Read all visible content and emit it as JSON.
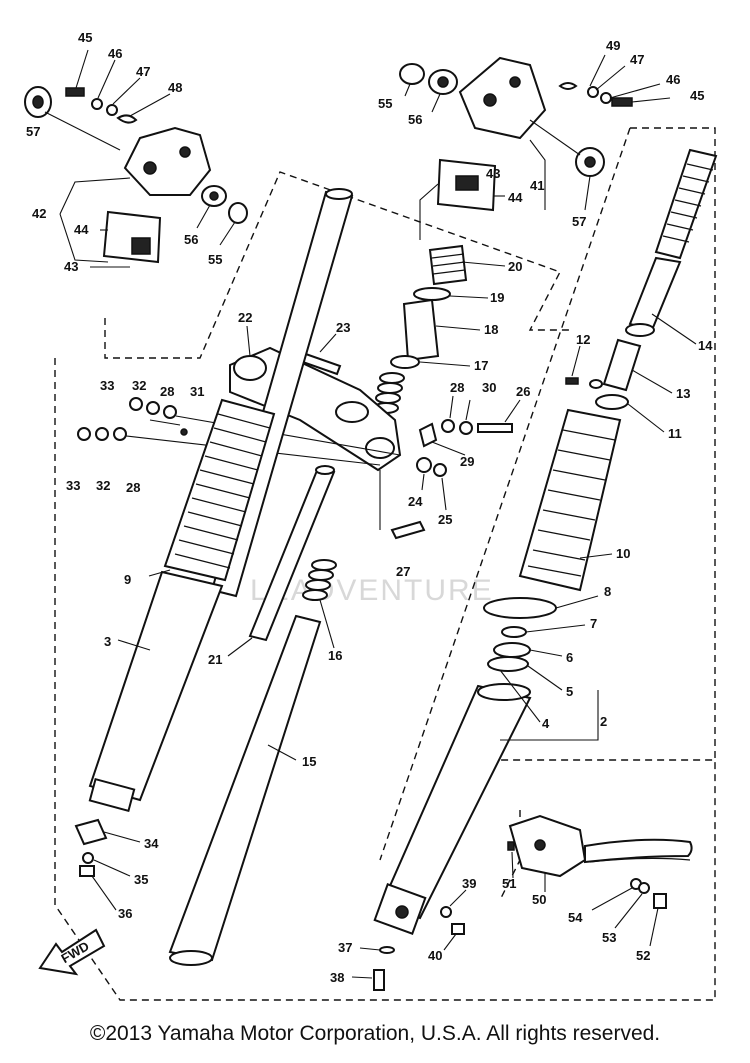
{
  "watermark": "LEADVENTURE",
  "fwd_label": "FWD",
  "copyright": "©2013 Yamaha Motor Corporation, U.S.A. All rights reserved.",
  "callouts": [
    {
      "id": "c45a",
      "text": "45"
    },
    {
      "id": "c46a",
      "text": "46"
    },
    {
      "id": "c47a",
      "text": "47"
    },
    {
      "id": "c48",
      "text": "48"
    },
    {
      "id": "c57a",
      "text": "57"
    },
    {
      "id": "c42",
      "text": "42"
    },
    {
      "id": "c44a",
      "text": "44"
    },
    {
      "id": "c43a",
      "text": "43"
    },
    {
      "id": "c56a",
      "text": "56"
    },
    {
      "id": "c55a",
      "text": "55"
    },
    {
      "id": "c55b",
      "text": "55"
    },
    {
      "id": "c56b",
      "text": "56"
    },
    {
      "id": "c49",
      "text": "49"
    },
    {
      "id": "c47b",
      "text": "47"
    },
    {
      "id": "c46b",
      "text": "46"
    },
    {
      "id": "c45b",
      "text": "45"
    },
    {
      "id": "c43b",
      "text": "43"
    },
    {
      "id": "c41",
      "text": "41"
    },
    {
      "id": "c44b",
      "text": "44"
    },
    {
      "id": "c57b",
      "text": "57"
    },
    {
      "id": "c20",
      "text": "20"
    },
    {
      "id": "c19",
      "text": "19"
    },
    {
      "id": "c18",
      "text": "18"
    },
    {
      "id": "c17",
      "text": "17"
    },
    {
      "id": "c22",
      "text": "22"
    },
    {
      "id": "c23",
      "text": "23"
    },
    {
      "id": "c33a",
      "text": "33"
    },
    {
      "id": "c32a",
      "text": "32"
    },
    {
      "id": "c28a",
      "text": "28"
    },
    {
      "id": "c31",
      "text": "31"
    },
    {
      "id": "c33b",
      "text": "33"
    },
    {
      "id": "c32b",
      "text": "32"
    },
    {
      "id": "c28b",
      "text": "28"
    },
    {
      "id": "c28c",
      "text": "28"
    },
    {
      "id": "c30",
      "text": "30"
    },
    {
      "id": "c26",
      "text": "26"
    },
    {
      "id": "c29",
      "text": "29"
    },
    {
      "id": "c24",
      "text": "24"
    },
    {
      "id": "c25",
      "text": "25"
    },
    {
      "id": "c27",
      "text": "27"
    },
    {
      "id": "c14",
      "text": "14"
    },
    {
      "id": "c12",
      "text": "12"
    },
    {
      "id": "c13",
      "text": "13"
    },
    {
      "id": "c11",
      "text": "11"
    },
    {
      "id": "c10",
      "text": "10"
    },
    {
      "id": "c8",
      "text": "8"
    },
    {
      "id": "c7",
      "text": "7"
    },
    {
      "id": "c6",
      "text": "6"
    },
    {
      "id": "c5",
      "text": "5"
    },
    {
      "id": "c4",
      "text": "4"
    },
    {
      "id": "c2",
      "text": "2"
    },
    {
      "id": "c9",
      "text": "9"
    },
    {
      "id": "c3",
      "text": "3"
    },
    {
      "id": "c21",
      "text": "21"
    },
    {
      "id": "c16",
      "text": "16"
    },
    {
      "id": "c15",
      "text": "15"
    },
    {
      "id": "c34",
      "text": "34"
    },
    {
      "id": "c35",
      "text": "35"
    },
    {
      "id": "c36",
      "text": "36"
    },
    {
      "id": "c37",
      "text": "37"
    },
    {
      "id": "c38",
      "text": "38"
    },
    {
      "id": "c39",
      "text": "39"
    },
    {
      "id": "c40",
      "text": "40"
    },
    {
      "id": "c51",
      "text": "51"
    },
    {
      "id": "c50",
      "text": "50"
    },
    {
      "id": "c54",
      "text": "54"
    },
    {
      "id": "c53",
      "text": "53"
    },
    {
      "id": "c52",
      "text": "52"
    }
  ]
}
